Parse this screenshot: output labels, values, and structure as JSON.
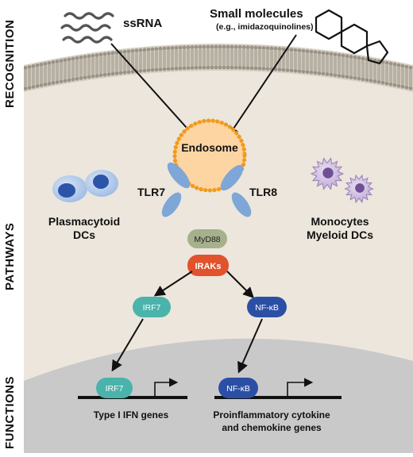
{
  "side_labels": {
    "recognition": "RECOGNITION",
    "pathways": "PATHWAYS",
    "functions": "FUNCTIONS"
  },
  "ligands": {
    "ssrna": "ssRNA",
    "small_molecules": "Small molecules",
    "small_molecules_example": "(e.g., imidazoquinolines)"
  },
  "endosome_label": "Endosome",
  "receptors": {
    "left": "TLR7",
    "right": "TLR8"
  },
  "cells": {
    "left_line1": "Plasmacytoid",
    "left_line2": "DCs",
    "right_line1": "Monocytes",
    "right_line2": "Myeloid DCs"
  },
  "signaling": {
    "myd88": "MyD88",
    "iraks": "IRAKs",
    "irf7": "IRF7",
    "nfkb": "NF-κB"
  },
  "nucleus": {
    "irf7": "IRF7",
    "nfkb": "NF-κB",
    "left_genes": "Type I IFN genes",
    "right_genes_line1": "Proinflammatory cytokine",
    "right_genes_line2": "and chemokine genes"
  },
  "colors": {
    "cytoplasm": "#ece6dc",
    "membrane": "#d6cfc2",
    "nucleus": "#c9c9c9",
    "endosome_fill": "#fcd5a3",
    "endosome_dots": "#f29a1b",
    "tlr": "#7ea6d6",
    "myd88": "#a6b08d",
    "iraks": "#e1522d",
    "irf7": "#4ab3ab",
    "nfkb": "#2c4fa6",
    "pdc": "#5b86c9",
    "monocyte": "#9b80b8"
  }
}
